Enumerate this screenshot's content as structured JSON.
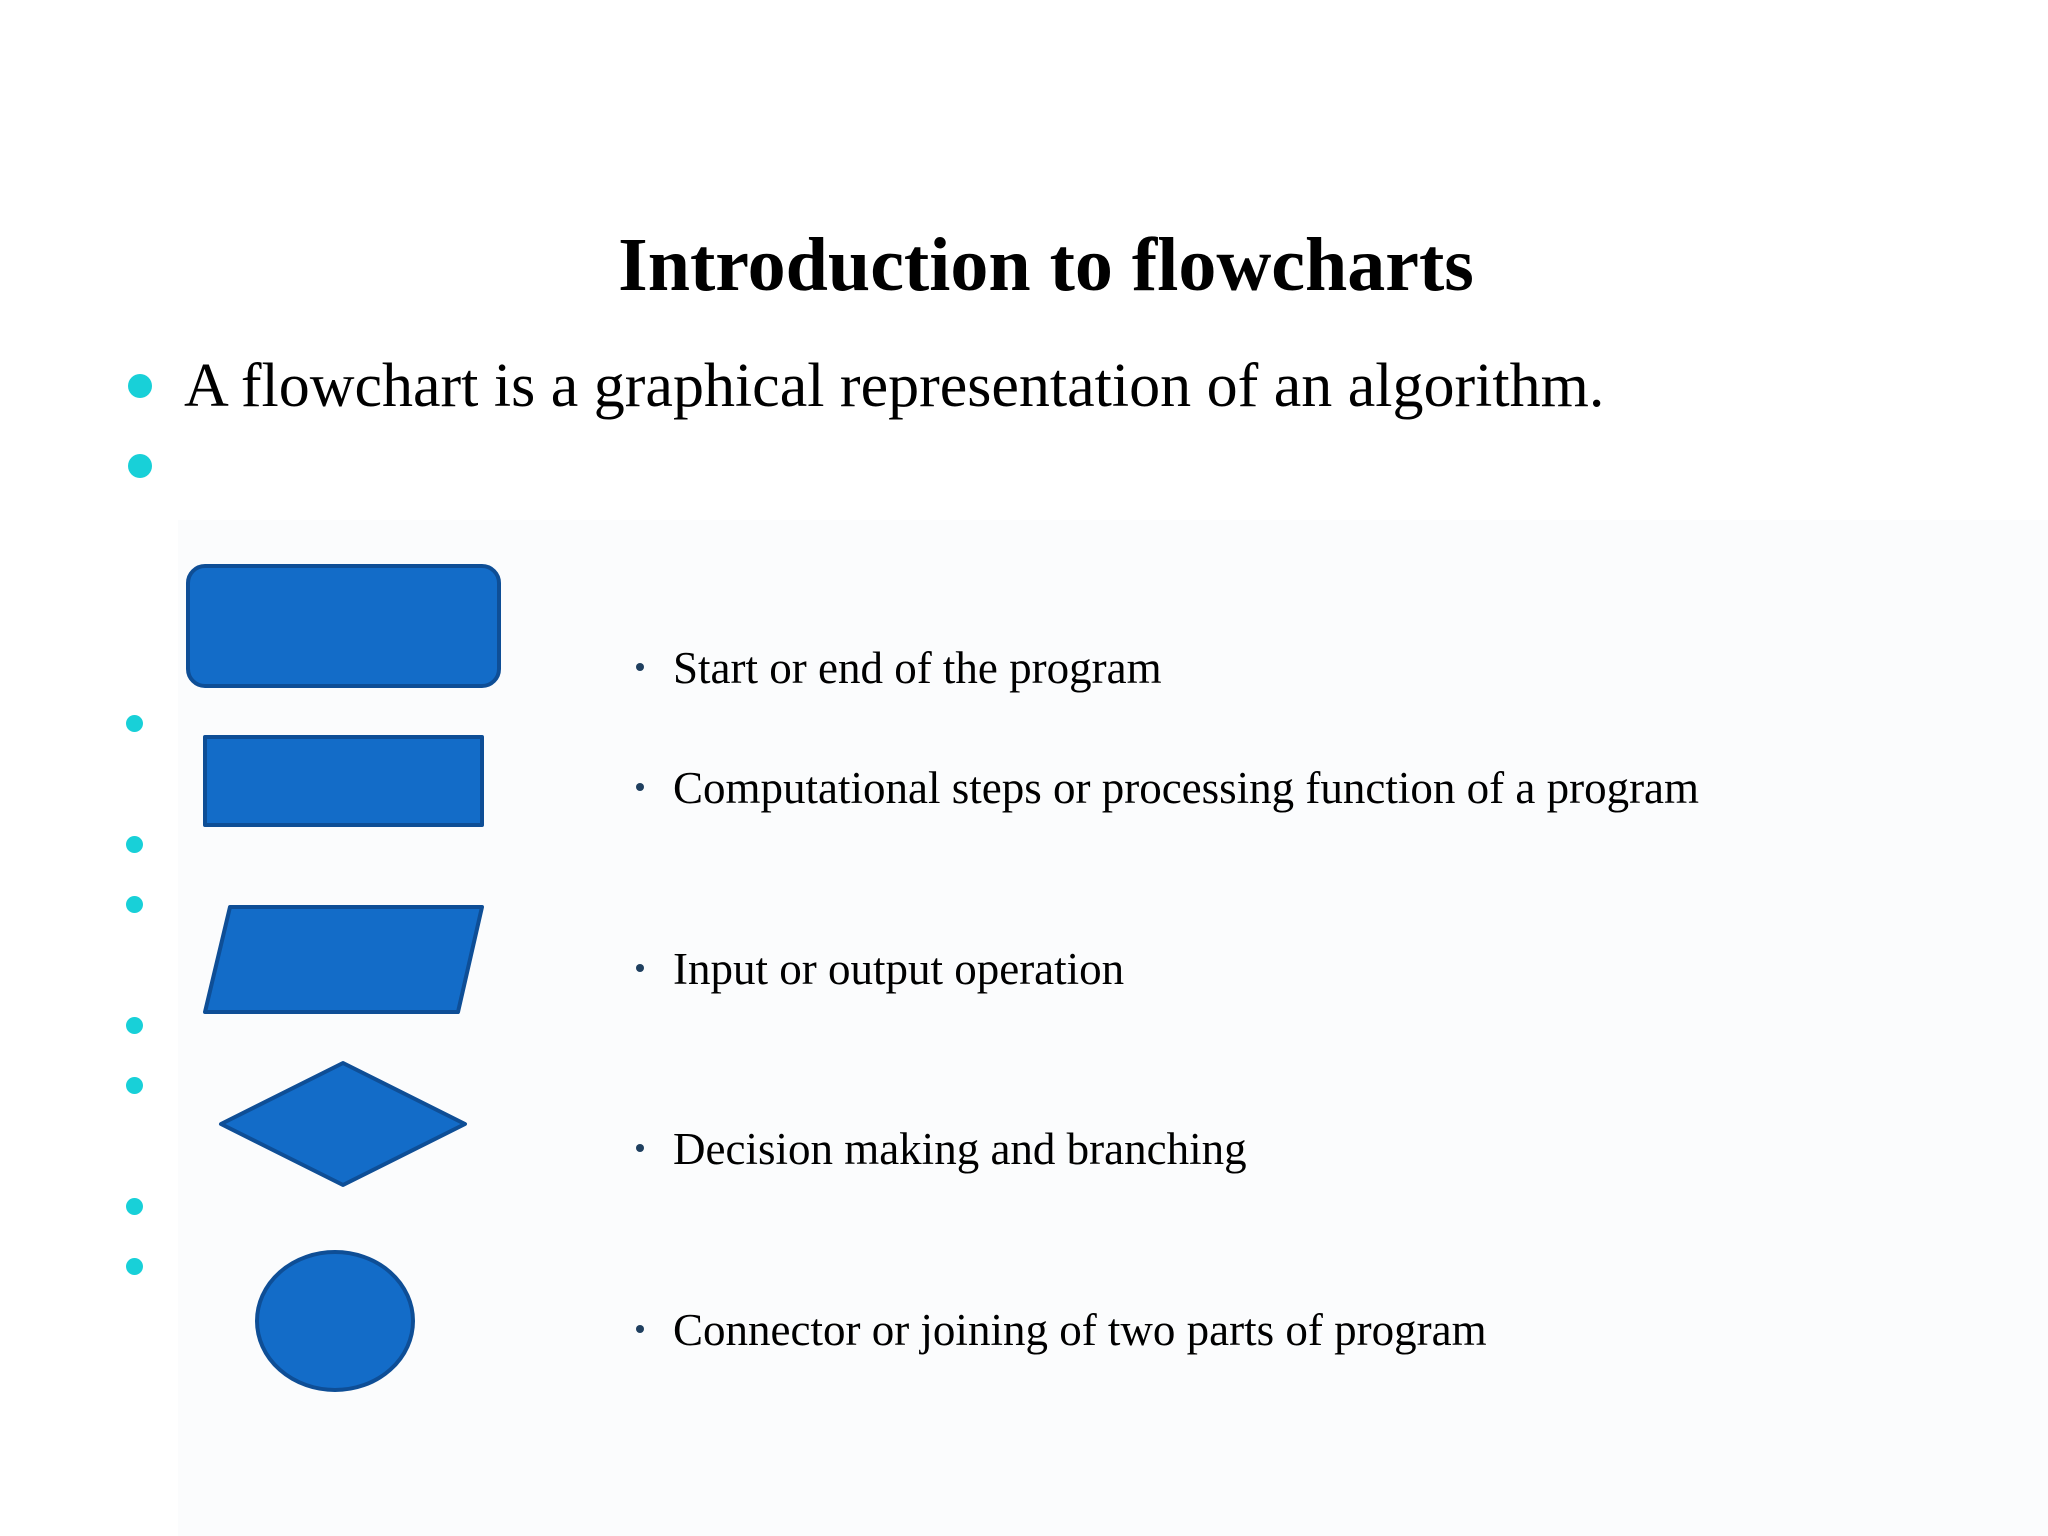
{
  "slide": {
    "title": "Introduction to flowcharts",
    "intro_bullet": "A flowchart is a graphical representation of an algorithm."
  },
  "symbols": [
    {
      "shape": "terminal-rounded-rectangle",
      "description": "Start or end of the program"
    },
    {
      "shape": "process-rectangle",
      "description": "Computational steps or processing function of a program"
    },
    {
      "shape": "input-output-parallelogram",
      "description": "Input or output operation"
    },
    {
      "shape": "decision-diamond",
      "description": "Decision making and branching"
    },
    {
      "shape": "connector-circle",
      "description": "Connector or joining of two parts of program"
    }
  ],
  "colors": {
    "shape_fill": "#136cc8",
    "shape_stroke": "#0e4e96",
    "bullet_accent": "#18d0d8",
    "text": "#000000"
  }
}
